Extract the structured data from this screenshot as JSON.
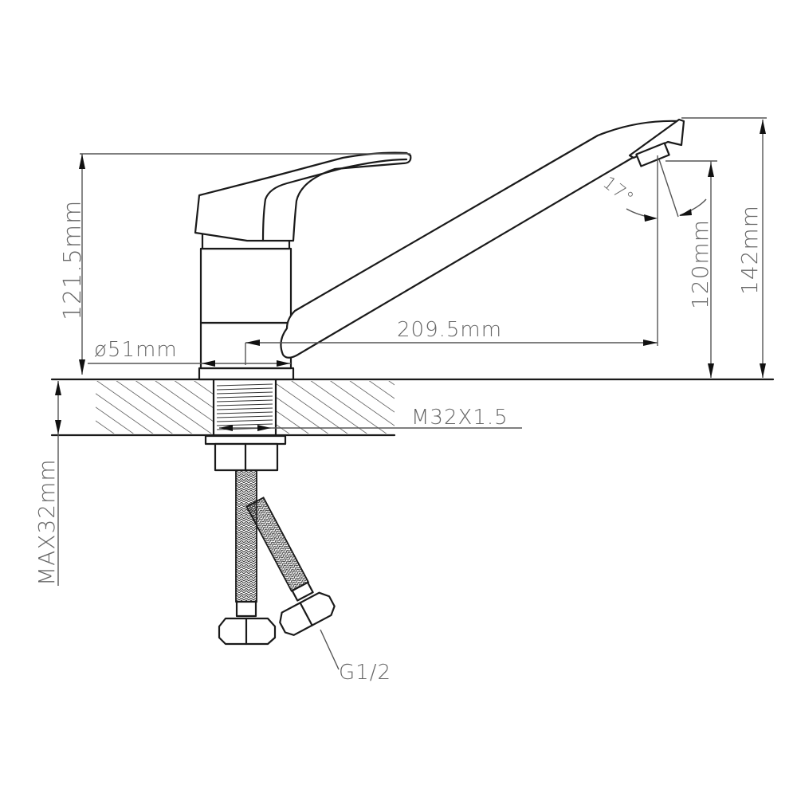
{
  "drawing": {
    "subject": "single-lever kitchen faucet technical drawing",
    "colors": {
      "line": "#1a1a1a",
      "dimension": "#555555",
      "label": "#666666",
      "background": "#ffffff"
    }
  },
  "dimensions": {
    "body_height": "121.5mm",
    "base_diameter": "ø51mm",
    "spout_reach": "209.5mm",
    "spout_outlet_height": "120mm",
    "total_height": "142mm",
    "spout_angle": "17°",
    "mounting_thread": "M32X1.5",
    "max_countertop_thickness": "MAX32mm",
    "hose_connection": "G1/2"
  }
}
